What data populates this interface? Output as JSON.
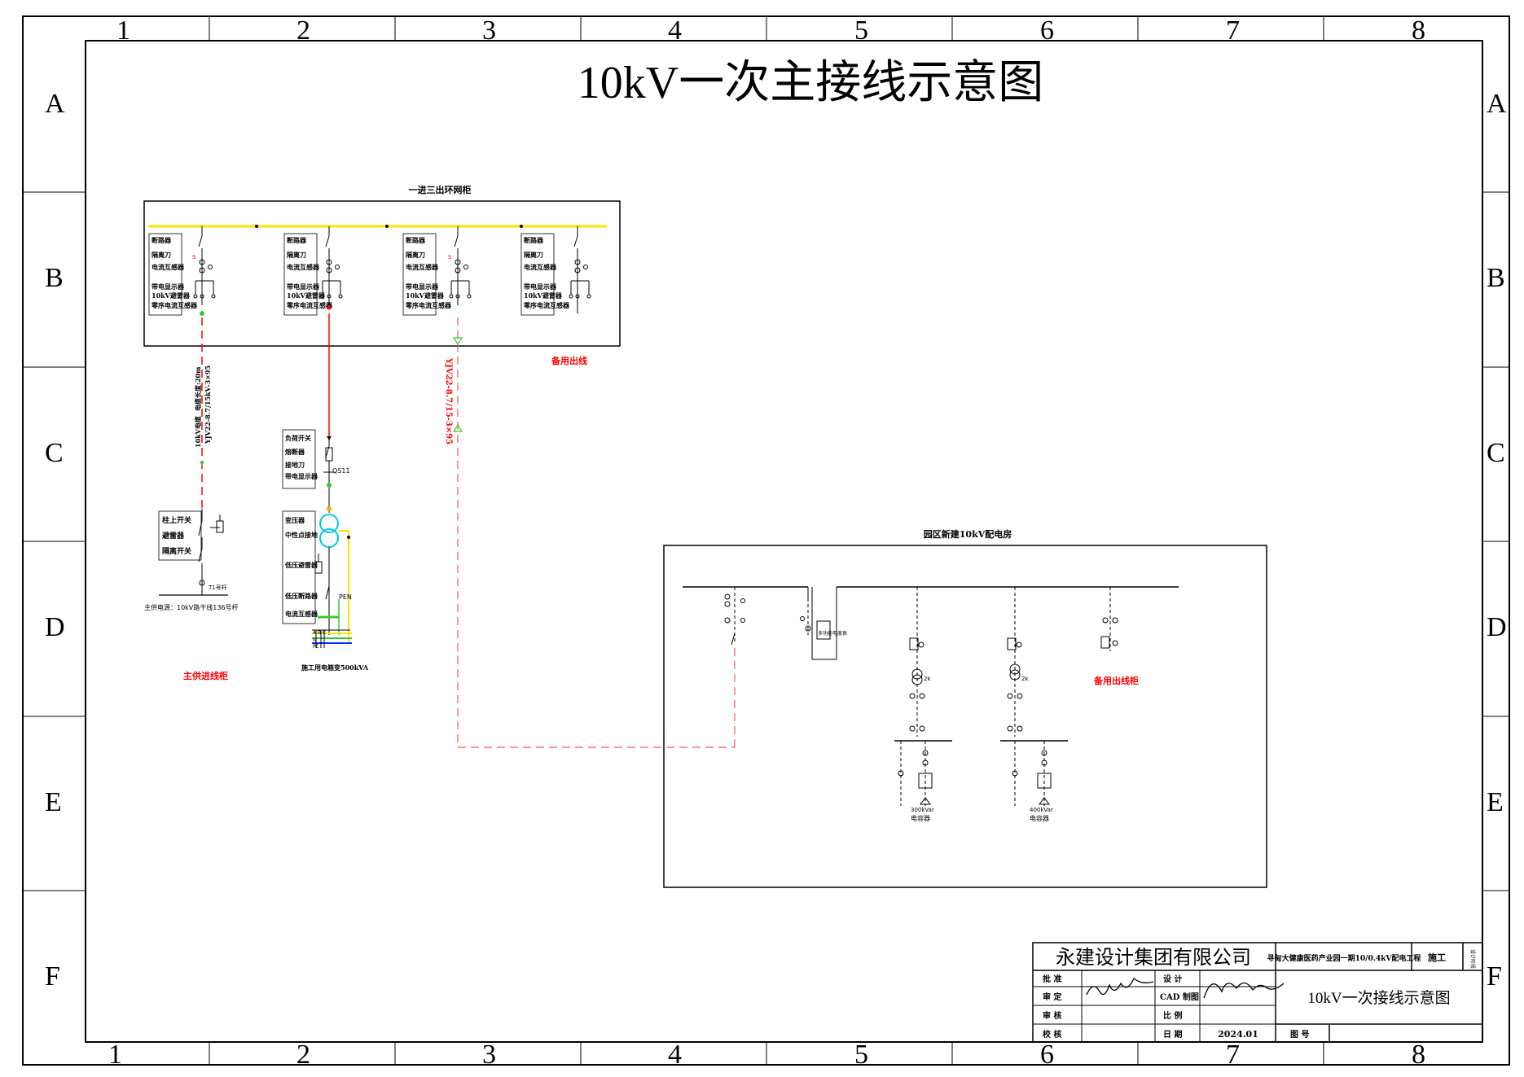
{
  "drawing": {
    "title": "10kV一次主接线示意图",
    "columns": [
      "1",
      "2",
      "3",
      "4",
      "5",
      "6",
      "7",
      "8"
    ],
    "rows": [
      "A",
      "B",
      "C",
      "D",
      "E",
      "F"
    ]
  },
  "ring_cabinet": {
    "title": "一进三出环网柜",
    "units": [
      {
        "labels": [
          "断路器",
          "隔离刀",
          "电流互感器",
          "带电显示器",
          "10kV避雷器",
          "零序电流互感器"
        ]
      },
      {
        "labels": [
          "断路器",
          "隔离刀",
          "电流互感器",
          "带电显示器",
          "10kV避雷器",
          "零序电流互感器"
        ]
      },
      {
        "labels": [
          "断路器",
          "隔离刀",
          "电流互感器",
          "带电显示器",
          "10kV避雷器",
          "零序电流互感器"
        ]
      },
      {
        "labels": [
          "断路器",
          "隔离刀",
          "电流互感器",
          "带电显示器",
          "10kV避雷器",
          "零序电流互感器"
        ]
      }
    ],
    "spare_outgoing": "备用出线"
  },
  "main_incoming": {
    "cable_label_1": "10kV电缆",
    "cable_label_2": "电缆长度:20m",
    "cable_spec": "YJV22-8.7/15kV-3×95",
    "pole_labels": [
      "柱上开关",
      "避雷器",
      "隔离开关"
    ],
    "pole_number": "T1号杆",
    "source": "主供电源：10kV路干线136号杆",
    "cabinet_name": "主供进线柜"
  },
  "box_transformer": {
    "upper_labels": [
      "负荷开关",
      "熔断器",
      "接地刀",
      "带电显示器"
    ],
    "fuse_tag": "QS11",
    "lower_labels": [
      "变压器",
      "中性点接地",
      "低压避雷器",
      "低压断路器",
      "电流互感器"
    ],
    "pen_label": "PEN",
    "phase_labels": [
      "A",
      "B",
      "C",
      "N",
      "PE"
    ],
    "name": "施工用电箱变500kVA"
  },
  "cable_to_room": "YJV22-8.7/15-3×95",
  "distribution_room": {
    "title": "园区新建10kV配电房",
    "pt_label": "多功能电度表",
    "trans1_kva": "2k",
    "trans2_kva": "2k",
    "capacitor1_kvar": "300kVar",
    "capacitor2_kvar": "400kVar",
    "capacitor_label": "电容器",
    "spare_cabinet": "备用出线柜"
  },
  "title_block": {
    "company": "永建设计集团有限公司",
    "project": "寻甸大健康医药产业园一期10/0.4kV配电工程",
    "stage": "施工",
    "stage_sub": "设计阶段",
    "drawing_name": "10kV一次接线示意图",
    "label_approve": "批 准",
    "label_examine": "审 定",
    "label_review": "审 核",
    "label_check": "校 核",
    "label_design": "设 计",
    "label_cad": "CAD 制图",
    "label_scale": "比 例",
    "label_date": "日 期",
    "label_drawing_no": "图 号",
    "date": "2024.01"
  }
}
